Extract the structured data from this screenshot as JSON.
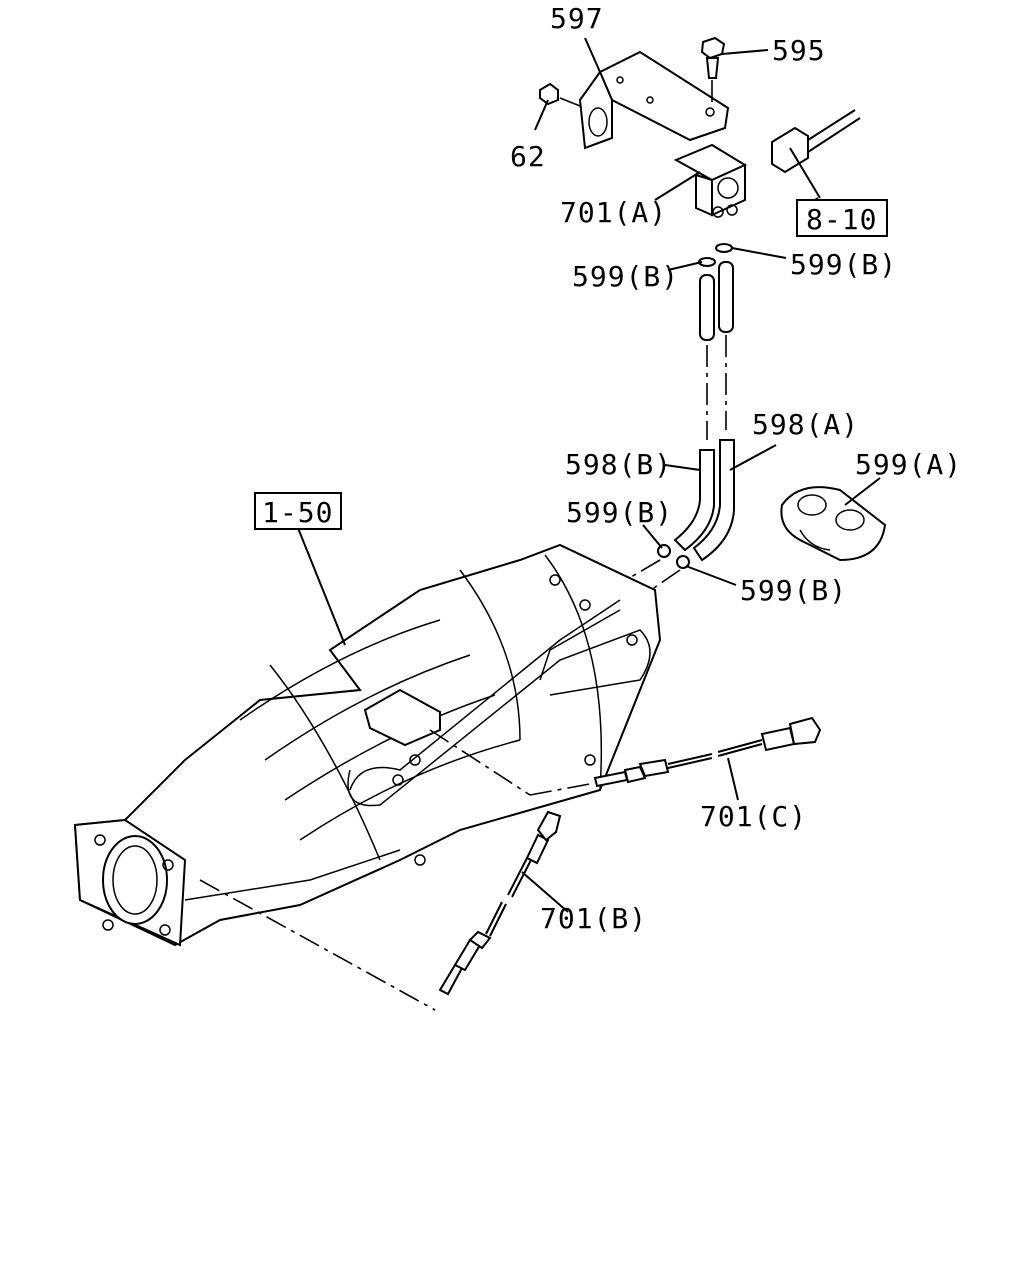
{
  "callouts": {
    "c597": "597",
    "c595": "595",
    "c62": "62",
    "c701a": "701(A)",
    "c810": "8-10",
    "c599b_left_top": "599(B)",
    "c599b_right_top": "599(B)",
    "c598a": "598(A)",
    "c598b": "598(B)",
    "c599a": "599(A)",
    "c599b_mid": "599(B)",
    "c599b_low": "599(B)",
    "c150": "1-50",
    "c701c": "701(C)",
    "c701b": "701(B)"
  }
}
